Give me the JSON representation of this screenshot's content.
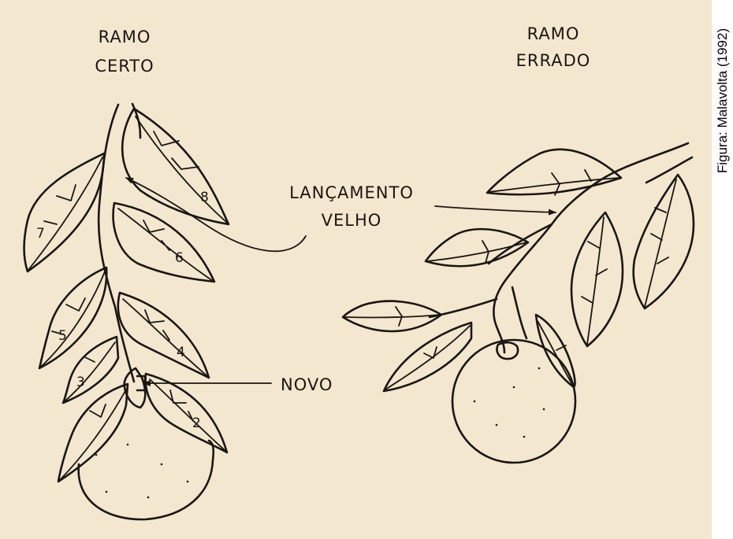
{
  "credit": "Figura: Malavolta (1992)",
  "left_title": [
    "RAMO",
    "CERTO"
  ],
  "right_title": [
    "RAMO",
    "ERRADO"
  ],
  "labels": {
    "old_growth": [
      "LANÇAMENTO",
      "VELHO"
    ],
    "new_growth": "NOVO"
  },
  "leaf_numbers": [
    "2",
    "3",
    "4",
    "5",
    "6",
    "7",
    "8"
  ],
  "colors": {
    "paper": "#f4e7cf",
    "ink": "#1a1612"
  }
}
